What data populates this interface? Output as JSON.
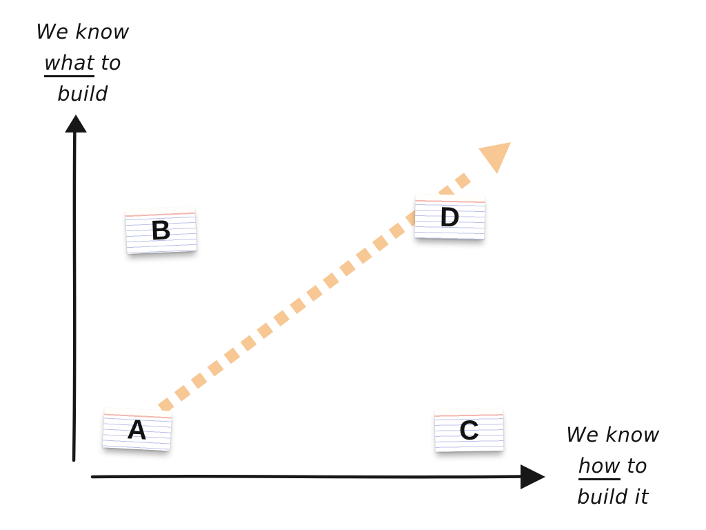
{
  "diagram": {
    "type": "quadrant-diagram",
    "arrow": {
      "from": "A",
      "to": "D",
      "style": "dashed"
    },
    "quadrants": {
      "bottom_left": "A",
      "top_left": "B",
      "bottom_right": "C",
      "top_right": "D"
    }
  },
  "axis_labels": {
    "y": {
      "line1": "We know",
      "underlined_word": "what",
      "line2_rest": "to",
      "line3": "build"
    },
    "x": {
      "line1": "We know",
      "underlined_word": "how",
      "line2_rest": "to",
      "line3": "build it"
    }
  },
  "notes": {
    "a": {
      "label": "A"
    },
    "b": {
      "label": "B"
    },
    "c": {
      "label": "C"
    },
    "d": {
      "label": "D"
    }
  },
  "colors": {
    "arrow_orange": "#F7C794",
    "axis_black": "#171717",
    "note_rule_line": "#bcc3e9",
    "note_top_line": "#f3b8b0",
    "note_text": "#121212",
    "label_text": "#141414",
    "background": "#ffffff"
  }
}
